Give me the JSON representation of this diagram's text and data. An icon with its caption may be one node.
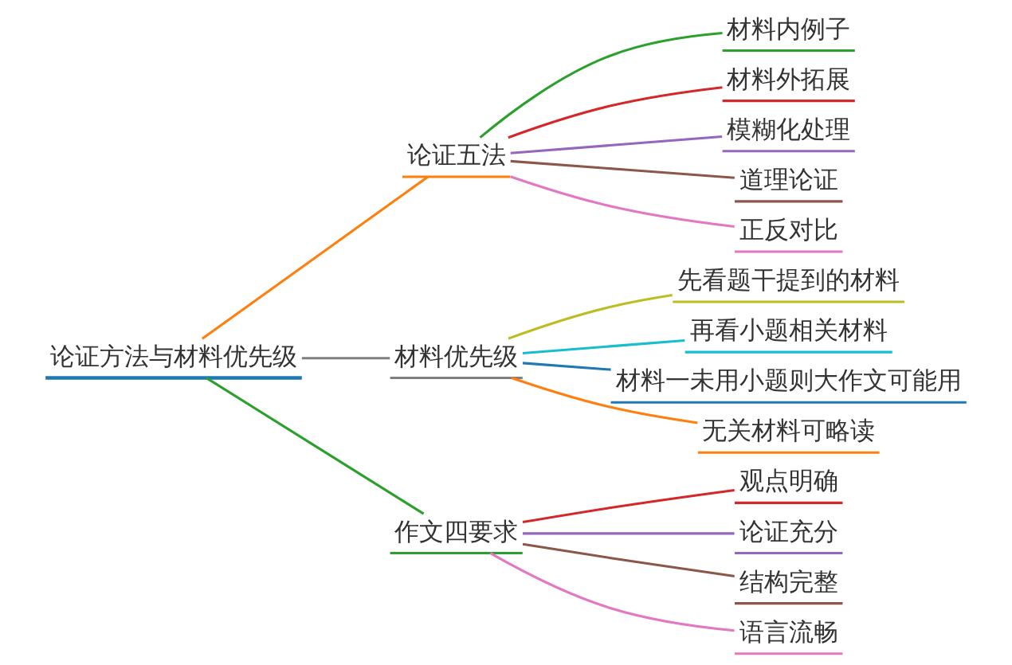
{
  "diagram": {
    "nodes": [
      {
        "text": [
          "论证方法与材料优先级"
        ]
      },
      {
        "text": [
          "论证五法"
        ]
      },
      {
        "text": [
          "材料内例子"
        ]
      },
      {
        "text": [
          "材料外拓展"
        ]
      },
      {
        "text": [
          "模糊化处理"
        ]
      },
      {
        "text": [
          "道理论证"
        ]
      },
      {
        "text": [
          "正反对比"
        ]
      },
      {
        "text": [
          "材料优先级"
        ]
      },
      {
        "text": [
          "先看题干提到的材料"
        ]
      },
      {
        "text": [
          "再看小题相关材料"
        ]
      },
      {
        "text": [
          "材料一未用小题则大作文可能用"
        ]
      },
      {
        "text": [
          "无关材料可略读"
        ]
      },
      {
        "text": [
          "作文四要求"
        ]
      },
      {
        "text": [
          "观点明确"
        ]
      },
      {
        "text": [
          "论证充分"
        ]
      },
      {
        "text": [
          "结构完整"
        ]
      },
      {
        "text": [
          "语言流畅"
        ]
      }
    ],
    "edges": [
      {
        "from": 0,
        "to": 1,
        "arrow": "none",
        "color": "#ff7f0e"
      },
      {
        "from": 1,
        "to": 2,
        "arrow": "none",
        "color": "#2ca02c"
      },
      {
        "from": 1,
        "to": 3,
        "arrow": "none",
        "color": "#d62728"
      },
      {
        "from": 1,
        "to": 4,
        "arrow": "none",
        "color": "#9467bd"
      },
      {
        "from": 1,
        "to": 5,
        "arrow": "none",
        "color": "#8c564b"
      },
      {
        "from": 1,
        "to": 6,
        "arrow": "none",
        "color": "#e377c2"
      },
      {
        "from": 0,
        "to": 7,
        "arrow": "none",
        "color": "#7f7f7f"
      },
      {
        "from": 7,
        "to": 8,
        "arrow": "none",
        "color": "#bcbd22"
      },
      {
        "from": 7,
        "to": 9,
        "arrow": "none",
        "color": "#17becf"
      },
      {
        "from": 7,
        "to": 10,
        "arrow": "none",
        "color": "#1f77b4"
      },
      {
        "from": 7,
        "to": 11,
        "arrow": "none",
        "color": "#ff7f0e"
      },
      {
        "from": 0,
        "to": 12,
        "arrow": "none",
        "color": "#2ca02c"
      },
      {
        "from": 12,
        "to": 13,
        "arrow": "none",
        "color": "#d62728"
      },
      {
        "from": 12,
        "to": 14,
        "arrow": "none",
        "color": "#9467bd"
      },
      {
        "from": 12,
        "to": 15,
        "arrow": "none",
        "color": "#8c564b"
      },
      {
        "from": 12,
        "to": 16,
        "arrow": "none",
        "color": "#e377c2"
      }
    ]
  }
}
